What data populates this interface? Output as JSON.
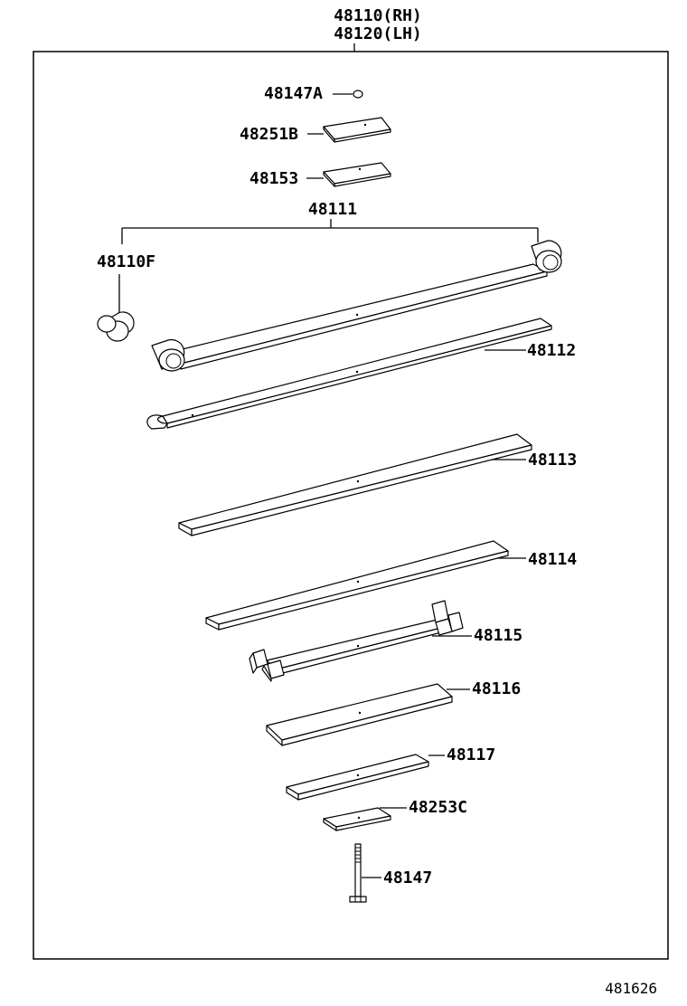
{
  "assembly": {
    "rh_label": "48110(RH)",
    "lh_label": "48120(LH)"
  },
  "parts": {
    "p48147A": "48147A",
    "p48251B": "48251B",
    "p48153": "48153",
    "p48111": "48111",
    "p48110F": "48110F",
    "p48112": "48112",
    "p48113": "48113",
    "p48114": "48114",
    "p48115": "48115",
    "p48116": "48116",
    "p48117": "48117",
    "p48253C": "48253C",
    "p48147": "48147"
  },
  "diagram_ref": "481626"
}
